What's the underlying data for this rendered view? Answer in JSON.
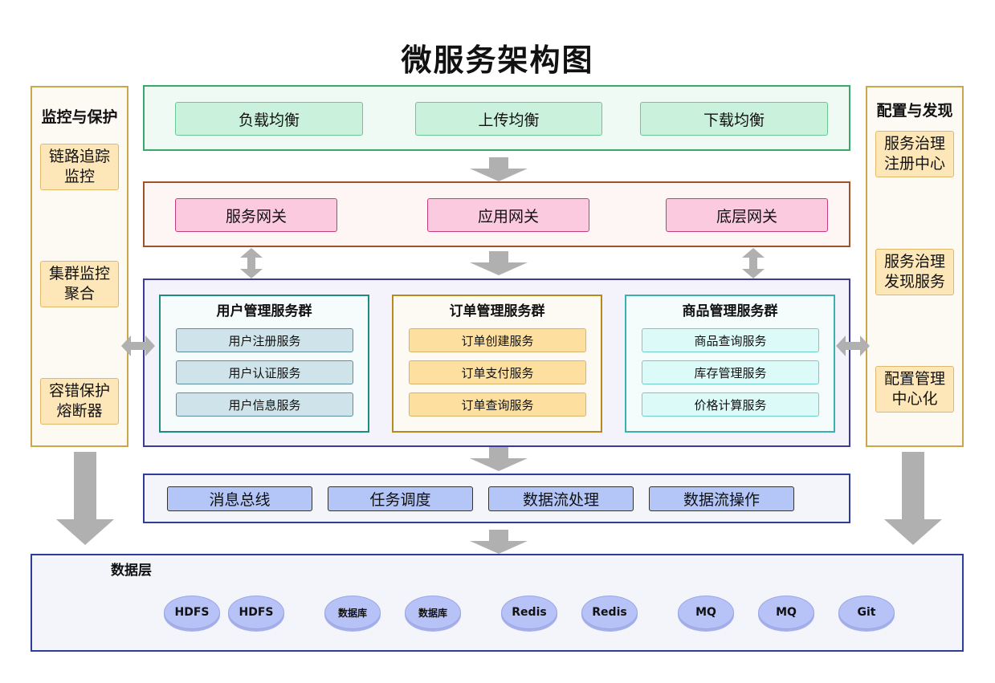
{
  "title": "微服务架构图",
  "left_panel": {
    "heading": "监控与保护",
    "items": [
      "链路追踪\n监控",
      "集群监控\n聚合",
      "容错保护\n熔断器"
    ]
  },
  "right_panel": {
    "heading": "配置与发现",
    "items": [
      "服务治理\n注册中心",
      "服务治理\n发现服务",
      "配置管理\n中心化"
    ]
  },
  "balance_layer": [
    "负载均衡",
    "上传均衡",
    "下载均衡"
  ],
  "gateway_layer": [
    "服务网关",
    "应用网关",
    "底层网关"
  ],
  "service_groups": [
    {
      "title": "用户管理服务群",
      "items": [
        "用户注册服务",
        "用户认证服务",
        "用户信息服务"
      ]
    },
    {
      "title": "订单管理服务群",
      "items": [
        "订单创建服务",
        "订单支付服务",
        "订单查询服务"
      ]
    },
    {
      "title": "商品管理服务群",
      "items": [
        "商品查询服务",
        "库存管理服务",
        "价格计算服务"
      ]
    }
  ],
  "message_layer": [
    "消息总线",
    "任务调度",
    "数据流处理",
    "数据流操作"
  ],
  "data_layer": {
    "heading": "数据层",
    "items": [
      "HDFS",
      "HDFS",
      "数据库",
      "数据库",
      "Redis",
      "Redis",
      "MQ",
      "MQ",
      "Git"
    ]
  },
  "colors": {
    "balance_border": "#3aa86b",
    "gateway_border": "#a0522d",
    "service_border": "#3b3b9a",
    "message_border": "#2c3e9a",
    "side_border": "#c9a74a",
    "arrow": "#b0b0b0"
  }
}
